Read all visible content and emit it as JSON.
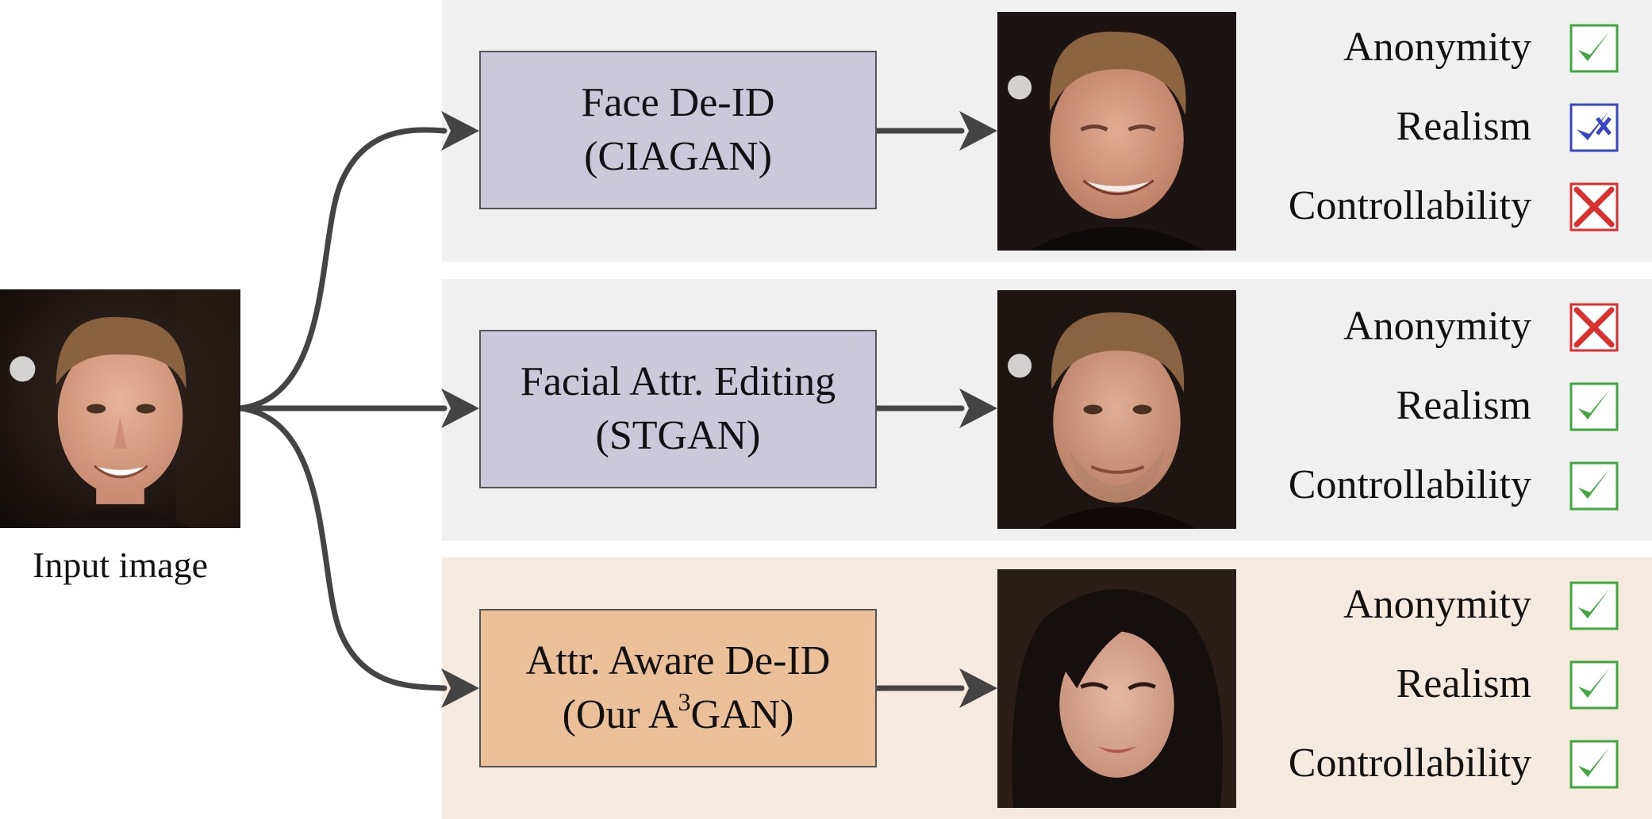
{
  "input": {
    "label": "Input image"
  },
  "rows": [
    {
      "method_line1": "Face De-ID",
      "method_line2": "(CIAGAN)",
      "criteria": [
        {
          "label": "Anonymity",
          "status": "check"
        },
        {
          "label": "Realism",
          "status": "partial"
        },
        {
          "label": "Controllability",
          "status": "cross"
        }
      ]
    },
    {
      "method_line1": "Facial Attr. Editing",
      "method_line2": "(STGAN)",
      "criteria": [
        {
          "label": "Anonymity",
          "status": "cross"
        },
        {
          "label": "Realism",
          "status": "check"
        },
        {
          "label": "Controllability",
          "status": "check"
        }
      ]
    },
    {
      "method_line1": "Attr. Aware De-ID",
      "method_line2_pre": "(Our A",
      "method_line2_sup": "3",
      "method_line2_post": "GAN)",
      "criteria": [
        {
          "label": "Anonymity",
          "status": "check"
        },
        {
          "label": "Realism",
          "status": "check"
        },
        {
          "label": "Controllability",
          "status": "check"
        }
      ]
    }
  ],
  "colors": {
    "check": "#3ea83e",
    "partial_check": "#3a46c4",
    "cross": "#d93030",
    "arrow": "#444444",
    "panel_gray": "#f0f0f0",
    "panel_peach": "#f6e9dd",
    "box_lavender": "#ccc8dc",
    "box_orange": "#ebbf98"
  }
}
